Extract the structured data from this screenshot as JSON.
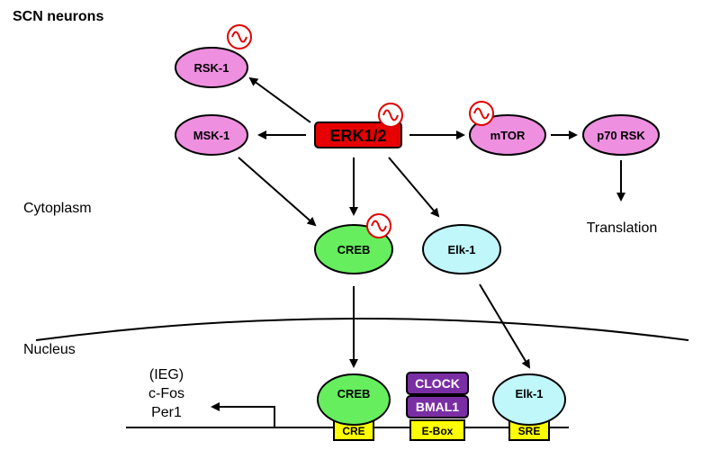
{
  "title": "SCN neurons",
  "regions": {
    "cytoplasm": "Cytoplasm",
    "nucleus": "Nucleus"
  },
  "nodes": {
    "rsk1": "RSK-1",
    "msk1": "MSK-1",
    "erk": "ERK1/2",
    "mtor": "mTOR",
    "p70rsk": "p70 RSK",
    "creb": "CREB",
    "elk1": "Elk-1",
    "creb_nuc": "CREB",
    "elk1_nuc": "Elk-1",
    "clock": "CLOCK",
    "bmal1": "BMAL1"
  },
  "elements": {
    "cre": "CRE",
    "ebox": "E-Box",
    "sre": "SRE"
  },
  "outputs": {
    "translation": "Translation",
    "ieg": "(IEG)",
    "cfos": "c-Fos",
    "per1": "Per1"
  },
  "colors": {
    "pink": "#ee8fe0",
    "erk_red": "#e60000",
    "green": "#66ee5e",
    "cyan": "#bff7fa",
    "purple": "#7a2ea3",
    "yellow": "#ffff00",
    "rhythm_red": "#e00000"
  }
}
